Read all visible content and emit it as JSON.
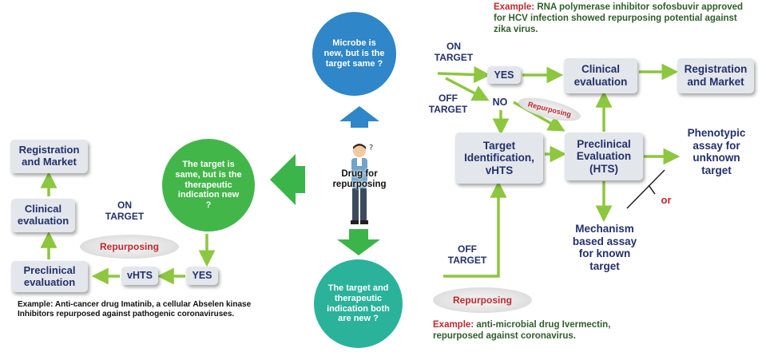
{
  "center": {
    "label": "Drug for\nrepurposing",
    "top_circle": "Microbe is new, but is the target same ?",
    "left_circle": "The target is same, but is the therapeutic indication new ?",
    "bottom_circle": "The target and therapeutic indication both are new ?"
  },
  "left_panel": {
    "registration": "Registration\nand Market",
    "clinical": "Clinical\nevaluation",
    "preclinical": "Preclinical\nevaluation",
    "vhts": "vHTS",
    "yes": "YES",
    "on_target": "ON\nTARGET",
    "repurposing": "Repurposing",
    "example": "Example: Anti-cancer drug Imatinib, a cellular Abselen kinase Inhibitors repurposed against pathogenic coronaviruses."
  },
  "right_panel": {
    "example_top_key": "Example:",
    "example_top_text": " RNA polymerase inhibitor sofosbuvir approved for HCV infection showed repurposing potential against zika virus.",
    "on_target": "ON\nTARGET",
    "off_target_top": "OFF\nTARGET",
    "yes": "YES",
    "no": "NO",
    "repurposing_small": "Repurposing",
    "clinical": "Clinical\nevaluation",
    "registration": "Registration\nand Market",
    "target_id": "Target\nIdentification,\nvHTS",
    "preclinical": "Preclinical\nEvaluation\n(HTS)",
    "phenotypic": "Phenotypic\nassay for\nunknown\ntarget",
    "or": "or",
    "mechanism": "Mechanism\nbased assay\nfor known\ntarget",
    "off_target_bottom": "OFF\nTARGET",
    "repurposing_bottom": "Repurposing",
    "example_bottom_key": "Example:",
    "example_bottom_text": " anti-microbial drug Ivermectin, repurposed against coronavirus."
  },
  "colors": {
    "arrow_green": "#8dc63f",
    "big_arrow_green": "#3bb44a",
    "big_arrow_blue": "#2f86c8",
    "circle_blue": "#2f86c8",
    "circle_green": "#43b649",
    "circle_teal": "#2bb29a",
    "text_navy": "#23306b",
    "accent_red": "#c0282d",
    "example_green": "#2f5e2a"
  }
}
